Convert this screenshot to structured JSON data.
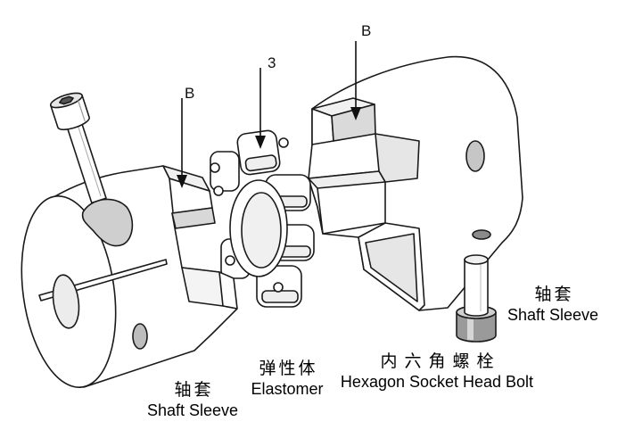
{
  "callouts": {
    "b_upper_right": "B",
    "three": "3",
    "b_left": "B"
  },
  "labels": {
    "shaft_sleeve_right": {
      "zh": "轴套",
      "en": "Shaft Sleeve"
    },
    "hex_bolt": {
      "zh": "内六角螺栓",
      "en": "Hexagon Socket Head Bolt"
    },
    "elastomer": {
      "zh": "弹性体",
      "en": "Elastomer"
    },
    "shaft_sleeve_left": {
      "zh": "轴套",
      "en": "Shaft Sleeve"
    }
  }
}
